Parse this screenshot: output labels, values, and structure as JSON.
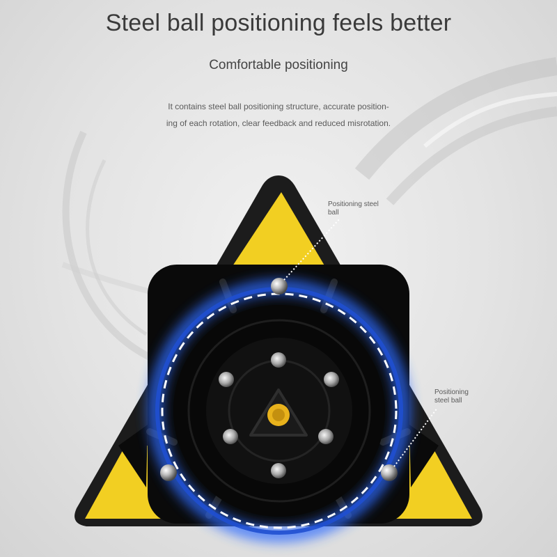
{
  "headline": "Steel ball positioning feels better",
  "subheadline": "Comfortable positioning",
  "description": {
    "line1": "It contains steel ball positioning structure, accurate position-",
    "line2": "ing of each rotation, clear feedback and reduced misrotation."
  },
  "callouts": {
    "top": {
      "line1": "Positioning steel",
      "line2": "ball"
    },
    "right": {
      "line1": "Positioning",
      "line2": "steel ball"
    }
  },
  "colors": {
    "sticker": "#f2cf22",
    "body": "#0b0b0b",
    "ring": "#2f6cff",
    "text": "#3a3a3a"
  }
}
